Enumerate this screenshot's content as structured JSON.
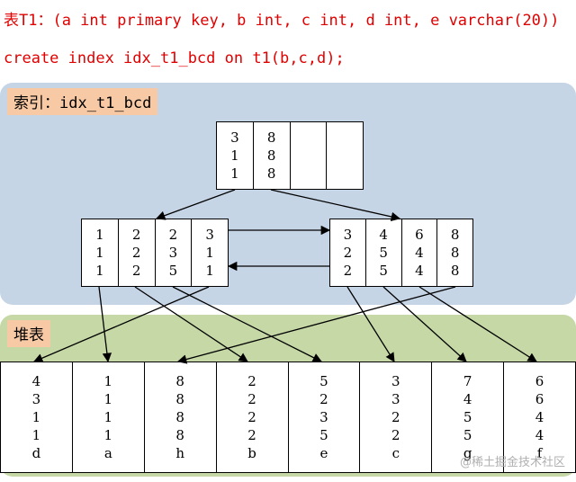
{
  "code": {
    "line1": "表T1：(a int primary key, b int, c int, d int, e varchar(20))",
    "line2": "create index idx_t1_bcd on t1(b,c,d);"
  },
  "index_panel": {
    "label": "索引：idx_t1_bcd"
  },
  "heap_panel": {
    "label": "堆表"
  },
  "root_node": {
    "cells": [
      [
        "3",
        "1",
        "1"
      ],
      [
        "8",
        "8",
        "8"
      ],
      [],
      []
    ]
  },
  "leaf_left": {
    "cells": [
      [
        "1",
        "1",
        "1"
      ],
      [
        "2",
        "2",
        "2"
      ],
      [
        "2",
        "3",
        "5"
      ],
      [
        "3",
        "1",
        "1"
      ]
    ]
  },
  "leaf_right": {
    "cells": [
      [
        "3",
        "2",
        "2"
      ],
      [
        "4",
        "5",
        "5"
      ],
      [
        "6",
        "4",
        "4"
      ],
      [
        "8",
        "8",
        "8"
      ]
    ]
  },
  "heap_rows": [
    [
      "4",
      "3",
      "1",
      "1",
      "d"
    ],
    [
      "1",
      "1",
      "1",
      "1",
      "a"
    ],
    [
      "8",
      "8",
      "8",
      "8",
      "h"
    ],
    [
      "2",
      "2",
      "2",
      "2",
      "b"
    ],
    [
      "5",
      "2",
      "3",
      "5",
      "e"
    ],
    [
      "3",
      "3",
      "2",
      "2",
      "c"
    ],
    [
      "7",
      "4",
      "5",
      "5",
      "g"
    ],
    [
      "6",
      "6",
      "4",
      "4",
      "f"
    ]
  ],
  "watermark": "@稀土掘金技术社区",
  "colors": {
    "code_text": "#e00000",
    "index_bg": "#c6d5e6",
    "heap_bg": "#c5d8a6",
    "label_bg": "#f8c9a5"
  }
}
